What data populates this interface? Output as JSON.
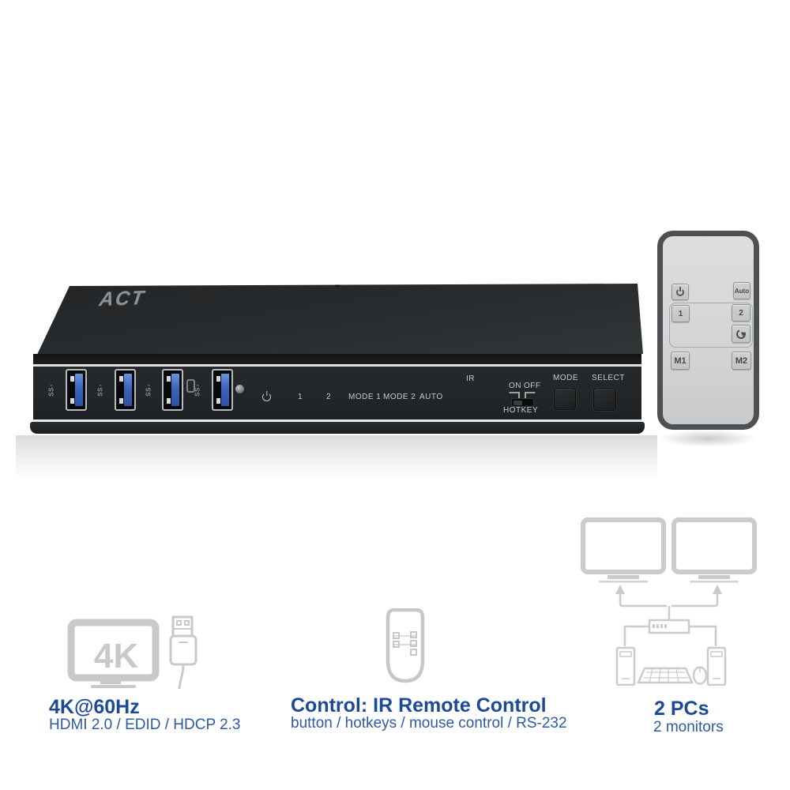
{
  "device": {
    "logo": "ACT",
    "panel": {
      "ports": [
        {
          "ss_label": "SS"
        },
        {
          "ss_label": "SS"
        },
        {
          "ss_label": "SS",
          "extra_icon": "phone"
        },
        {
          "ss_label": "SS",
          "extra_icon": "mouse"
        }
      ],
      "indicator_labels": {
        "input1": "1",
        "input2": "2",
        "mode1": "MODE 1",
        "mode2": "MODE 2",
        "auto": "AUTO"
      },
      "ir_label": "IR",
      "hotkey": {
        "on": "ON",
        "off": "OFF",
        "label": "HOTKEY"
      },
      "mode_button": "MODE",
      "select_button": "SELECT"
    }
  },
  "remote": {
    "power_icon": "power-icon",
    "cycle_icon": "cycle-refresh-icon",
    "auto_button": "Auto",
    "input1_button": "1",
    "input2_button": "2",
    "m1_button": "M1",
    "m2_button": "M2"
  },
  "features": {
    "resolution": {
      "monitor_badge": "4K",
      "title": "4K@60Hz",
      "subtitle": "HDMI 2.0 / EDID / HDCP 2.3"
    },
    "control": {
      "title": "Control: IR Remote Control",
      "subtitle": "button / hotkeys / mouse control / RS-232"
    },
    "pcs": {
      "title": "2 PCs",
      "subtitle": "2 monitors"
    }
  },
  "colors": {
    "accent_title": "#1b4b96",
    "accent_subtitle": "#2d5aa5",
    "icon_gray": "#c7c9cb",
    "device_dark": "#232527",
    "usb_blue": "#3a66bd",
    "remote_face": "#d2d4d5",
    "remote_border": "#4e5153"
  }
}
